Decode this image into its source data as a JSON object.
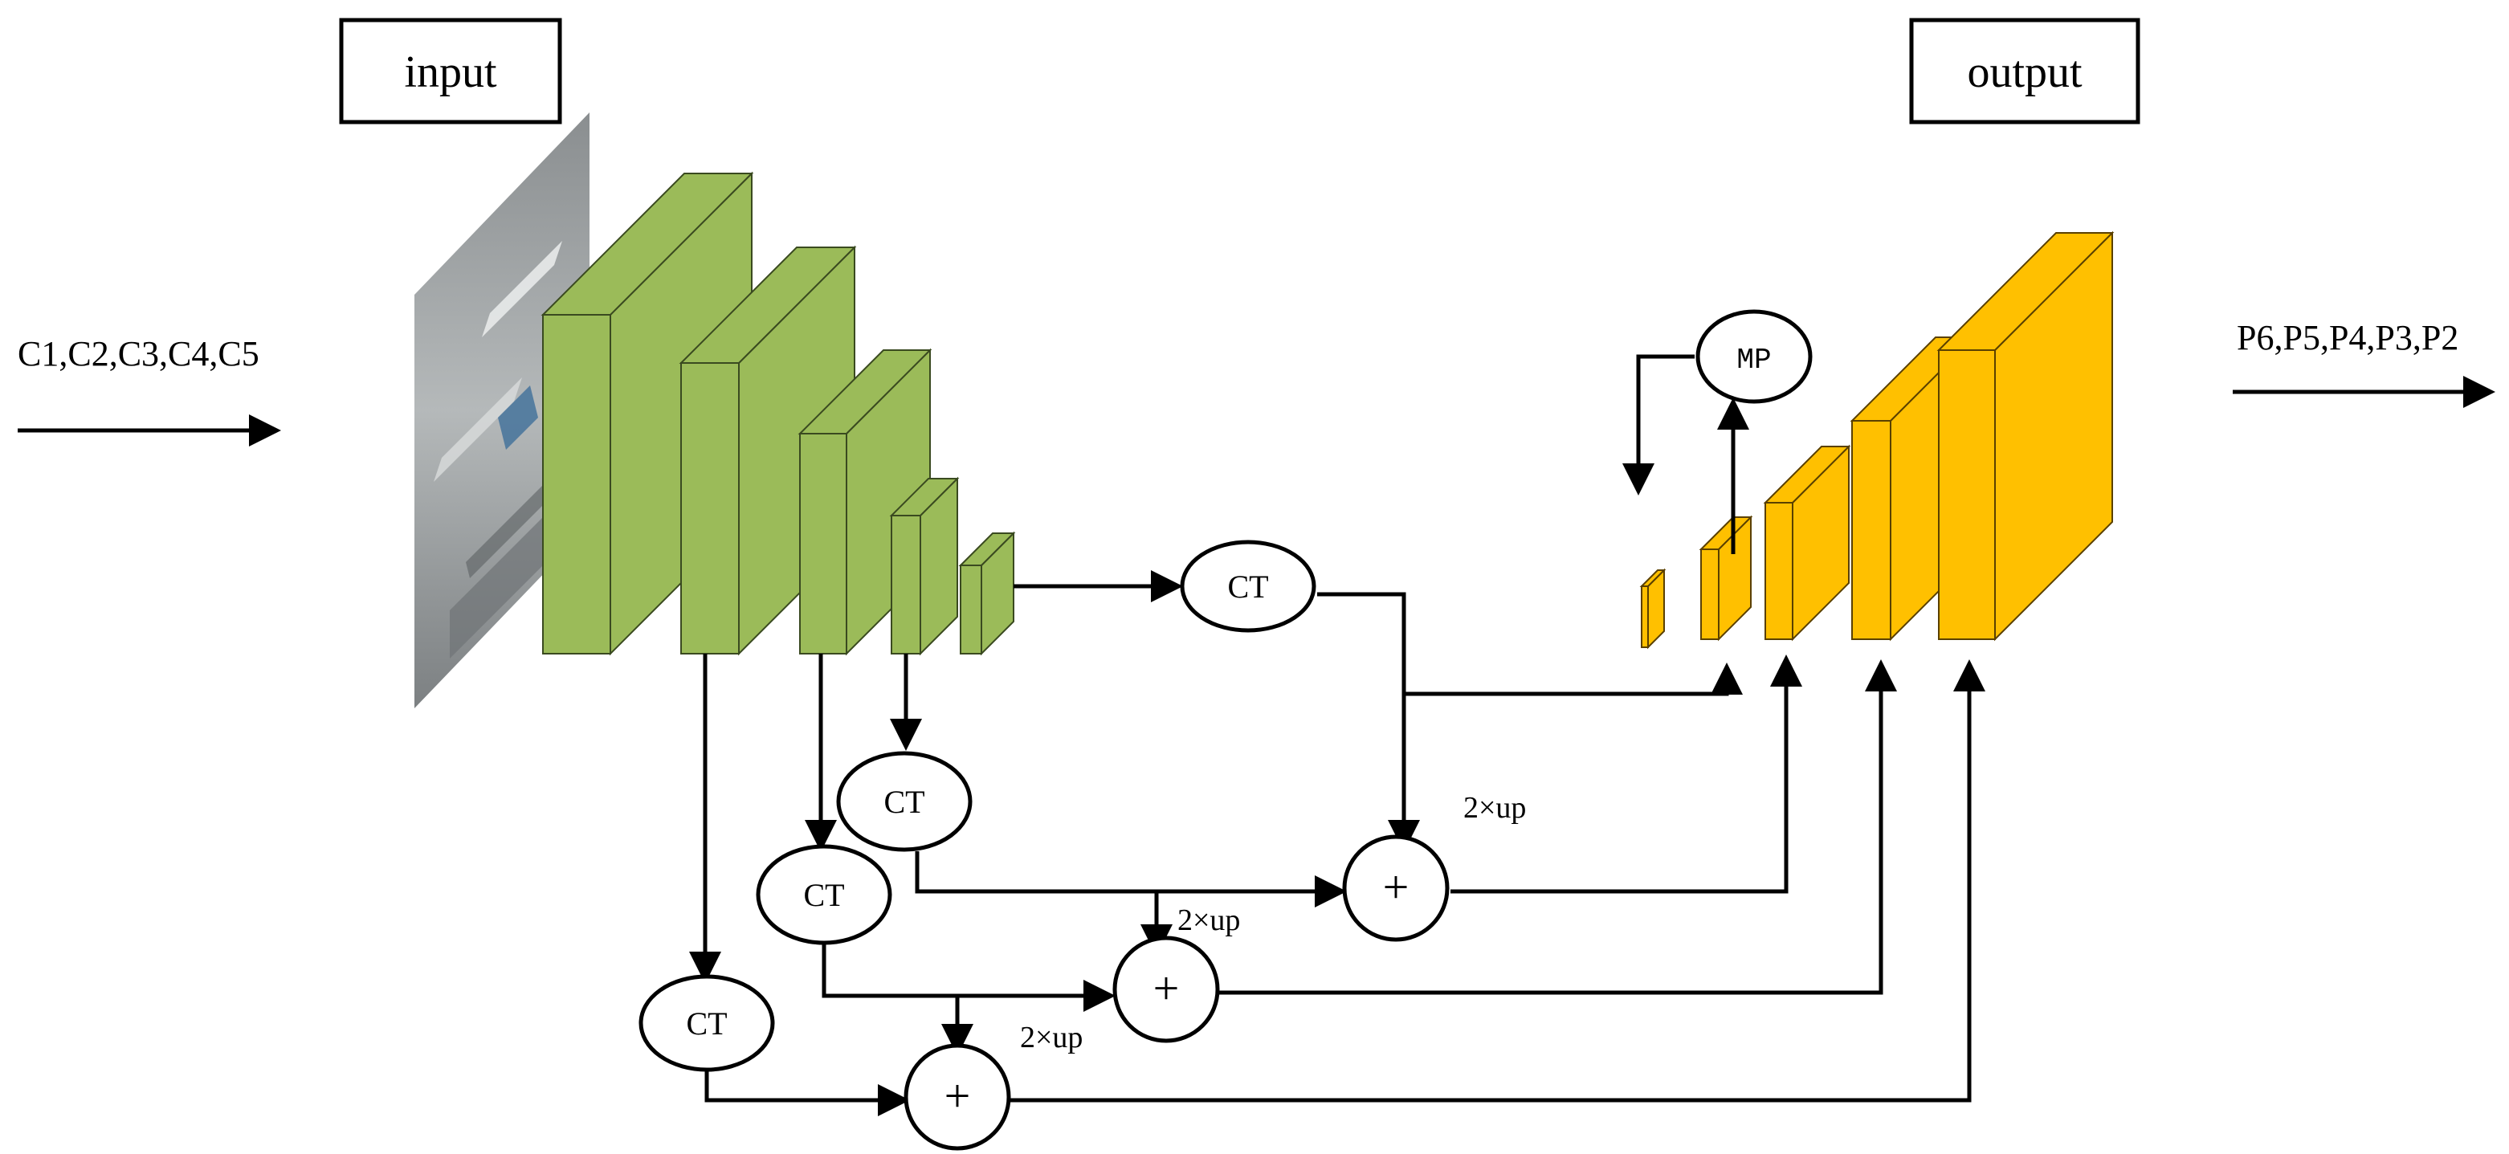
{
  "labels": {
    "input": "input",
    "output": "output",
    "inputs": "C1,C2,C3,C4,C5",
    "outputs": "P6,P5,P4,P3,P2",
    "ct": "CT",
    "mp": "MP",
    "plus": "+",
    "up": "2×up"
  },
  "colors": {
    "backbone": "#9BBB59",
    "backbone_edge": "#3a4a20",
    "pyramid": "#FFC000",
    "pyramid_edge": "#5a4000",
    "line": "#000000"
  }
}
